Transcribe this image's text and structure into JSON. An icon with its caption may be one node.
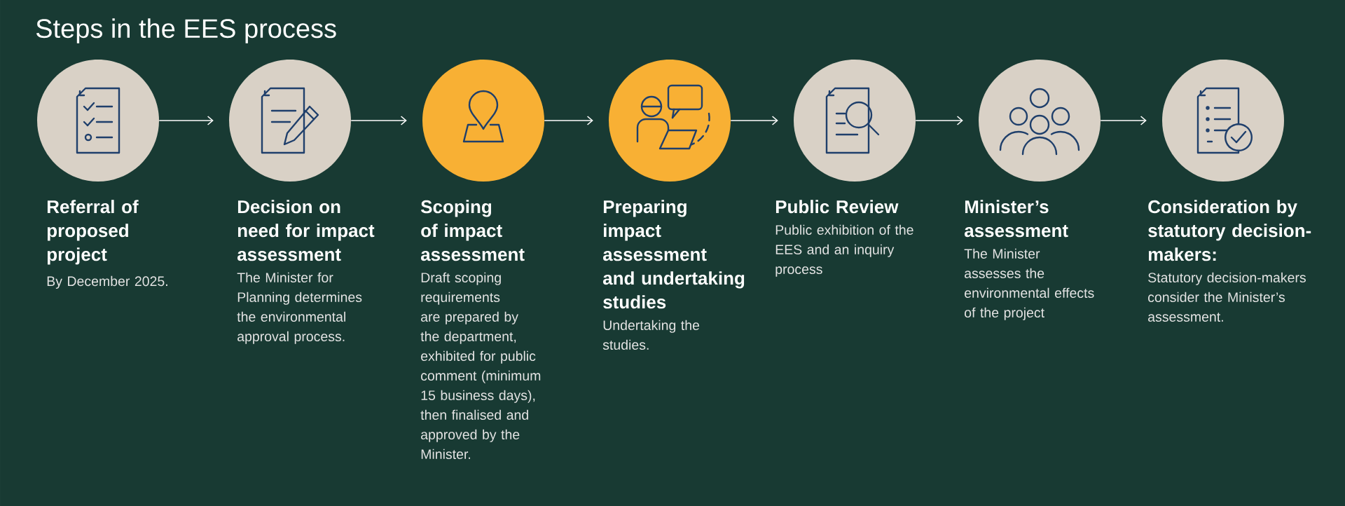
{
  "diagram": {
    "title": "Steps in the EES process",
    "nodes": [
      {
        "text": [
          "Referral of proposed project",
          "By December 2025."
        ]
      },
      {
        "text": [
          "Decision on need for impact assessment",
          "The Minister for Planning determines the environmental approval process."
        ]
      },
      {
        "text": [
          "Scoping of impact assessment",
          "Draft scoping requirements are prepared by the department, exhibited for public comment (minimum 15 business days), then finalised and approved by the Minister."
        ]
      },
      {
        "text": [
          "Preparing impact assessment and undertaking studies",
          "Undertaking the studies."
        ]
      },
      {
        "text": [
          "Public Review",
          "Public exhibition of the EES and an inquiry process"
        ]
      },
      {
        "text": [
          "Minister’s assessment",
          "The Minister assesses the environmental effects of the project"
        ]
      },
      {
        "text": [
          "Consideration by statutory decision-makers:",
          "Statutory decision-makers consider the Minister’s assessment."
        ]
      }
    ],
    "edges": [
      {
        "from": 0,
        "to": 1,
        "arrow": "to"
      },
      {
        "from": 1,
        "to": 2,
        "arrow": "to"
      },
      {
        "from": 2,
        "to": 3,
        "arrow": "to"
      },
      {
        "from": 3,
        "to": 4,
        "arrow": "to"
      },
      {
        "from": 4,
        "to": 5,
        "arrow": "to"
      },
      {
        "from": 5,
        "to": 6,
        "arrow": "to"
      }
    ]
  }
}
